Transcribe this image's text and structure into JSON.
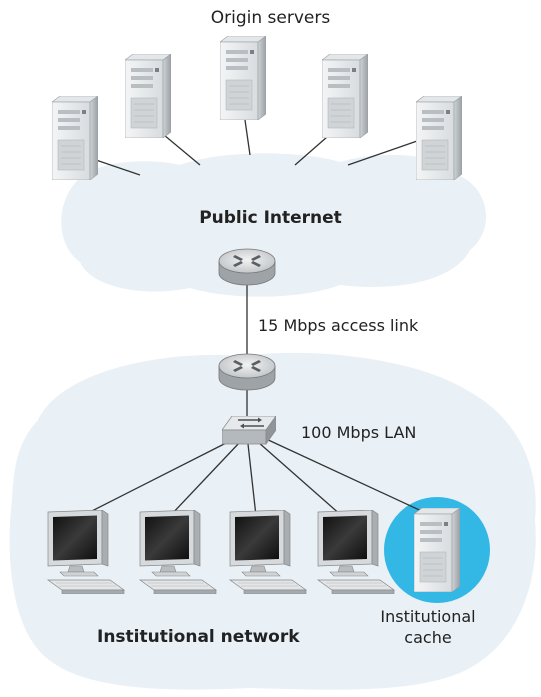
{
  "title": "Origin servers",
  "public_internet_label": "Public Internet",
  "access_link_label": "15 Mbps access link",
  "lan_label": "100 Mbps LAN",
  "institutional_network_label": "Institutional network",
  "cache_label": "Institutional cache",
  "colors": {
    "cloud_fill": "#e9f0f6",
    "cache_highlight": "#33b8e6",
    "line": "#333333"
  },
  "icons": [
    "server-icon",
    "router-icon",
    "switch-icon",
    "computer-icon"
  ]
}
